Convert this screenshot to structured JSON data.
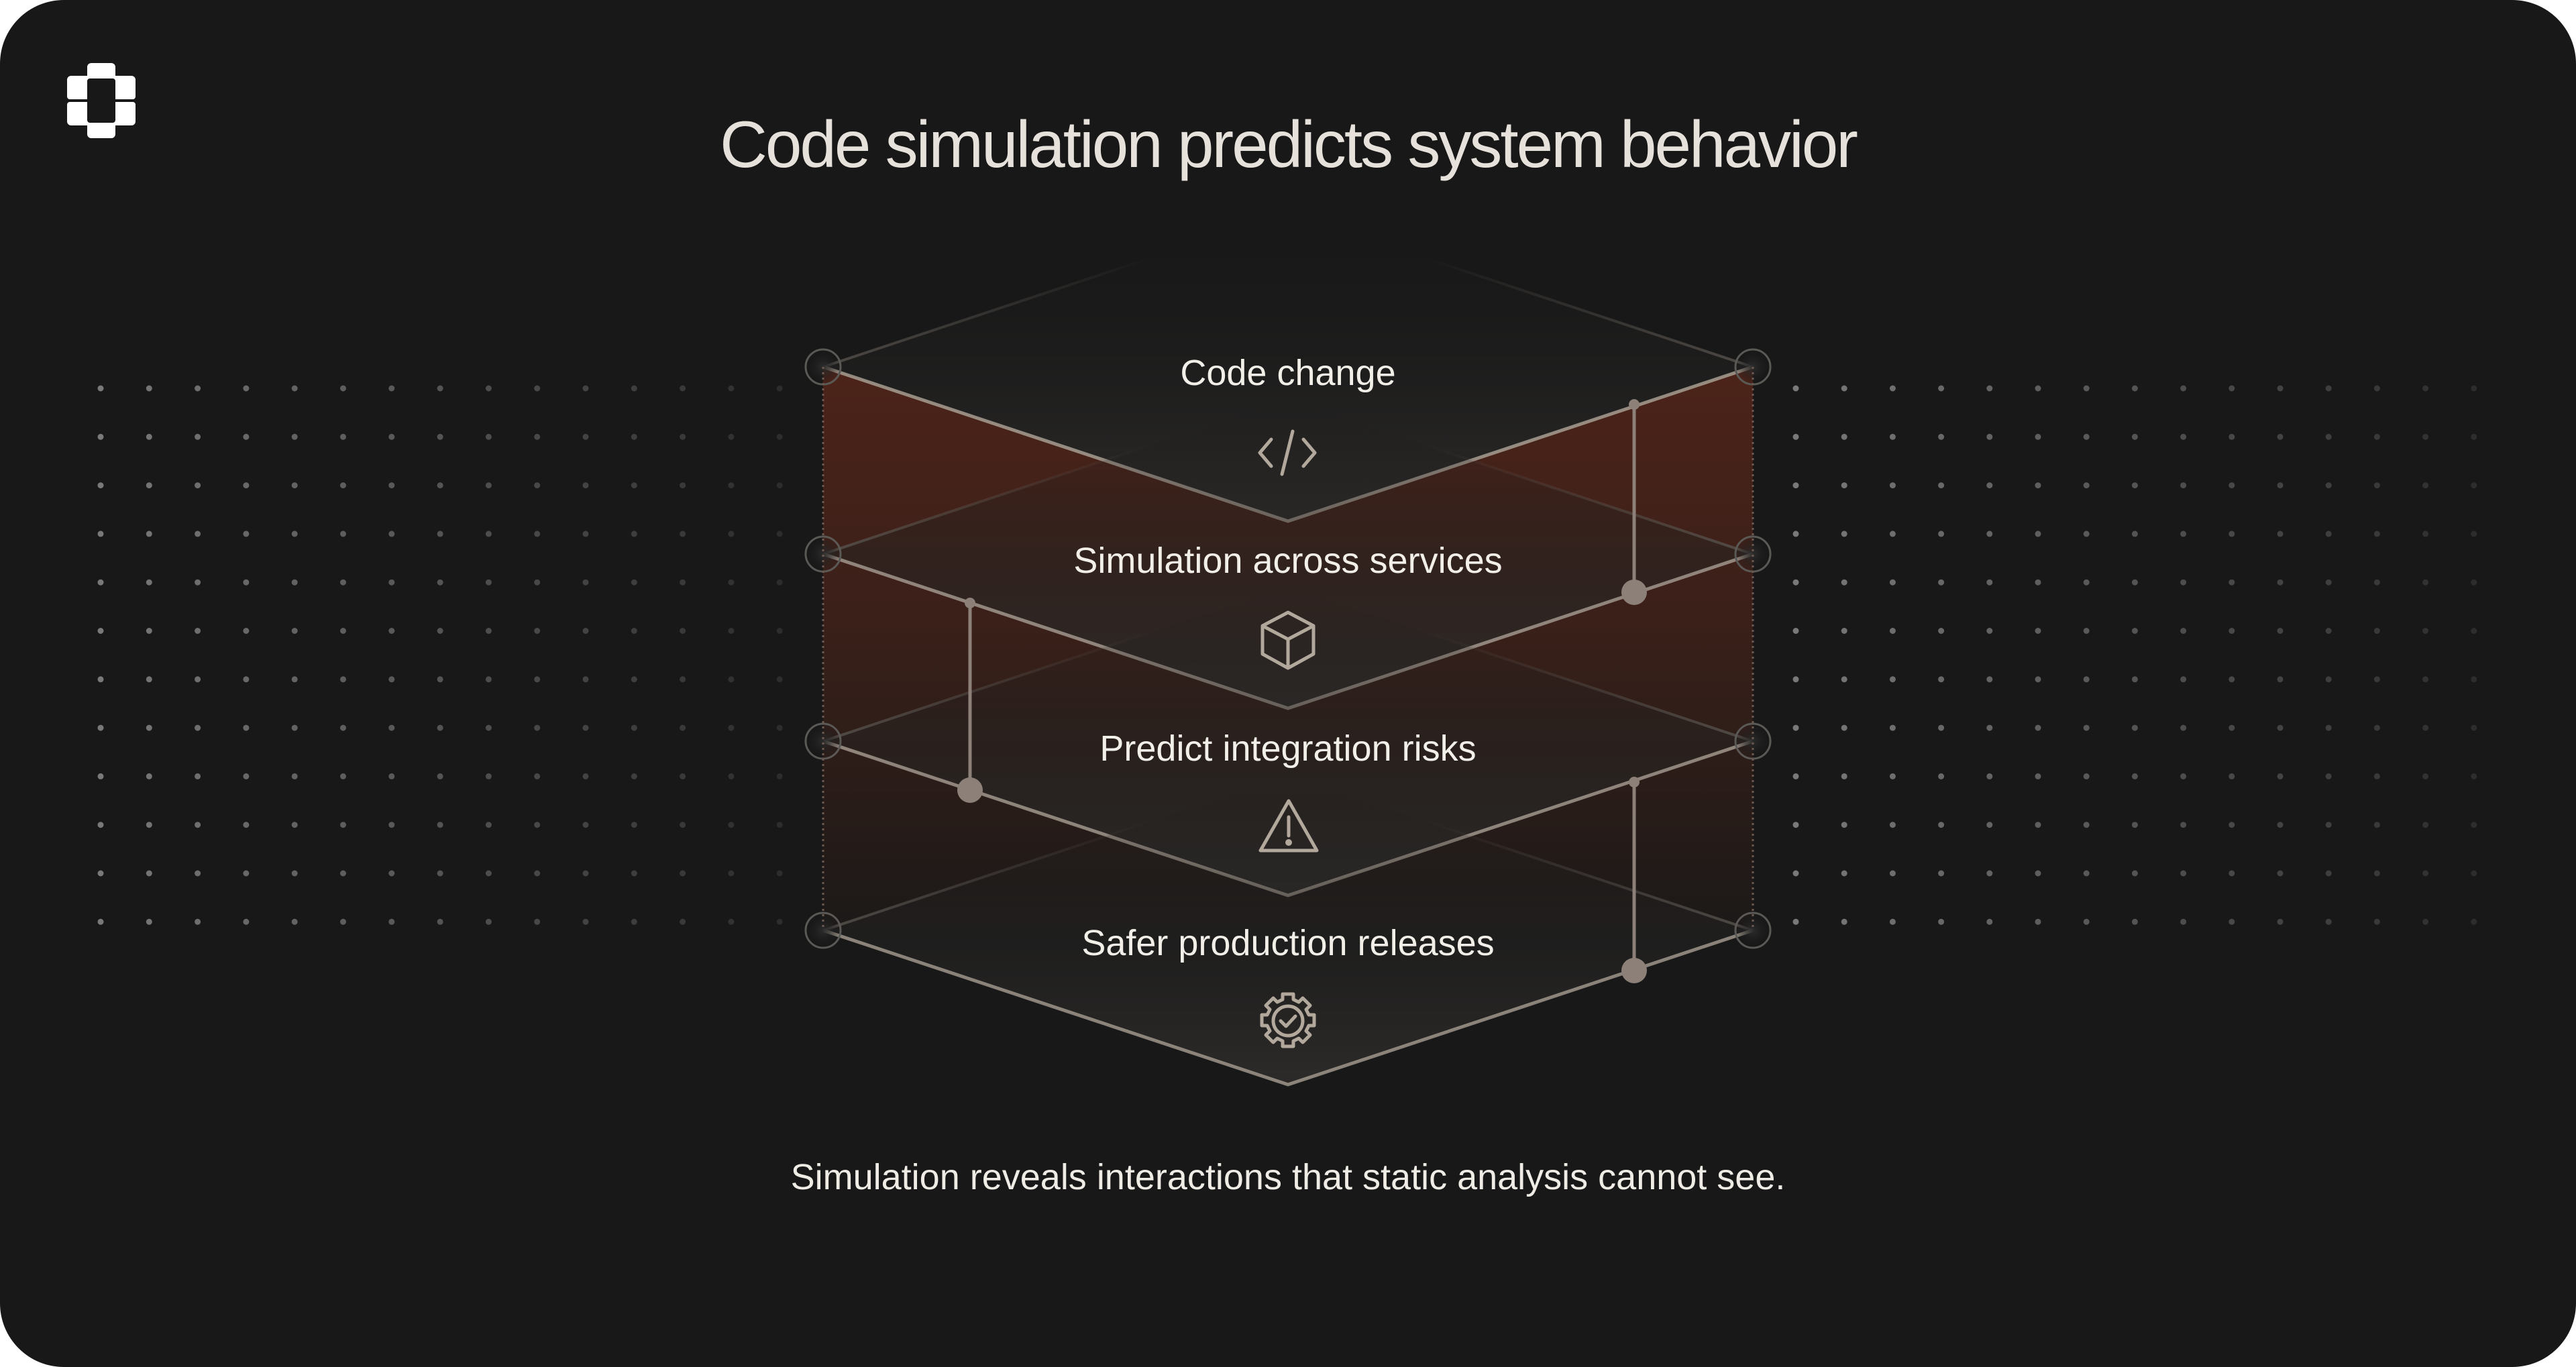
{
  "header": {
    "logo": "brand-logo",
    "title": "Code simulation predicts system behavior"
  },
  "diagram": {
    "layers": [
      {
        "label": "Code change",
        "icon": "code-icon"
      },
      {
        "label": "Simulation across services",
        "icon": "cube-icon"
      },
      {
        "label": "Predict integration risks",
        "icon": "warning-icon"
      },
      {
        "label": "Safer production releases",
        "icon": "gear-check-icon"
      }
    ],
    "colors": {
      "background": "#181818",
      "accent_fill": "#4a2219",
      "line": "#b3a699",
      "node": "#8a7d73",
      "icon": "#b8ada1",
      "dot_grid": "#8a8a8a"
    }
  },
  "footer": {
    "caption": "Simulation reveals interactions that static analysis cannot see."
  }
}
